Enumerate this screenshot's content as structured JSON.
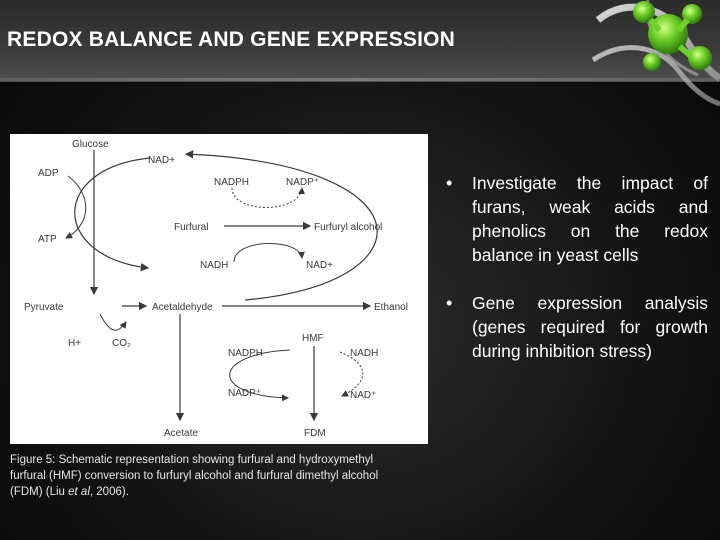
{
  "slide": {
    "title": "REDOX BALANCE AND GENE EXPRESSION"
  },
  "diagram": {
    "labels": {
      "glucose": "Glucose",
      "nad_plus_top": "NAD+",
      "adp": "ADP",
      "atp": "ATP",
      "nadph_top": "NADPH",
      "nadp_top": "NADP⁺",
      "furfural": "Furfural",
      "furfuryl_alcohol": "Furfuryl alcohol",
      "nadh_mid": "NADH",
      "nad_plus_mid": "NAD+",
      "pyruvate": "Pyruvate",
      "acetaldehyde": "Acetaldehyde",
      "ethanol": "Ethanol",
      "h_plus": "H+",
      "co2": "CO₂",
      "hmf": "HMF",
      "nadph_bottom": "NADPH",
      "nadh_bottom": "NADH",
      "nadp_bottom": "NADP⁺",
      "nad_bottom": "NAD⁺",
      "acetate": "Acetate",
      "fdm": "FDM"
    }
  },
  "caption": {
    "line1": "Figure 5: Schematic representation showing  furfural and hydroxymethyl",
    "line2": " furfural (HMF) conversion to furfuryl alcohol and furfural dimethyl alcohol",
    "line3_prefix": "(FDM) (Liu ",
    "line3_italic": "et al",
    "line3_suffix": ", 2006)."
  },
  "bullets": [
    {
      "marker": "•",
      "text": "Investigate the impact of furans, weak acids and phenolics on the  redox balance in yeast cells"
    },
    {
      "marker": "•",
      "text": "Gene expression analysis (genes required for growth during inhibition stress)"
    }
  ],
  "colors": {
    "background": "#141414",
    "header": "#3a3a3a",
    "logo_green": "#5cc21e",
    "text": "#ffffff",
    "diagram_ink": "#3a3a3a"
  }
}
